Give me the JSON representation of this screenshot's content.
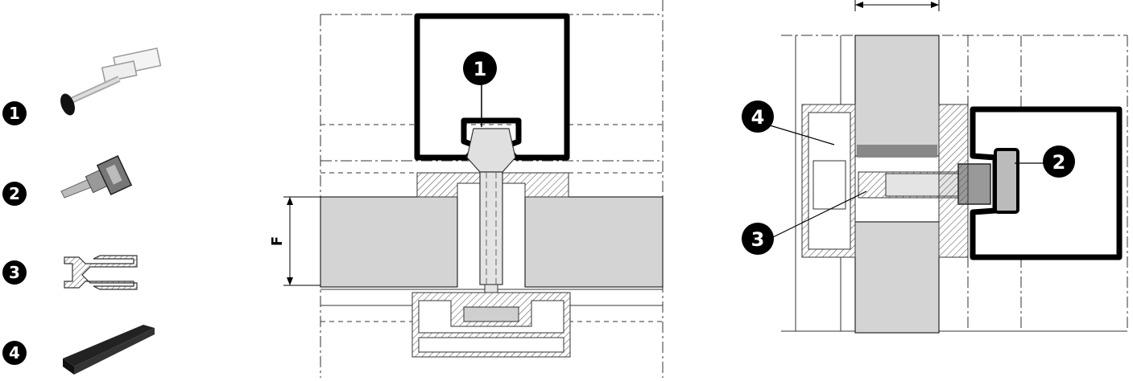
{
  "legend": [
    {
      "number": "1",
      "part": "connector-screw"
    },
    {
      "number": "2",
      "part": "clip-connector"
    },
    {
      "number": "3",
      "part": "aluminium-profile"
    },
    {
      "number": "4",
      "part": "rubber-gasket"
    }
  ],
  "section_middle": {
    "callout": "1",
    "dimension_label": "F"
  },
  "section_right": {
    "callouts": [
      "4",
      "2",
      "3"
    ]
  },
  "colors": {
    "line": "#000000",
    "panel_fill": "#d4d4d4",
    "hatch": "#666666",
    "light_part": "#e4e4e4"
  }
}
